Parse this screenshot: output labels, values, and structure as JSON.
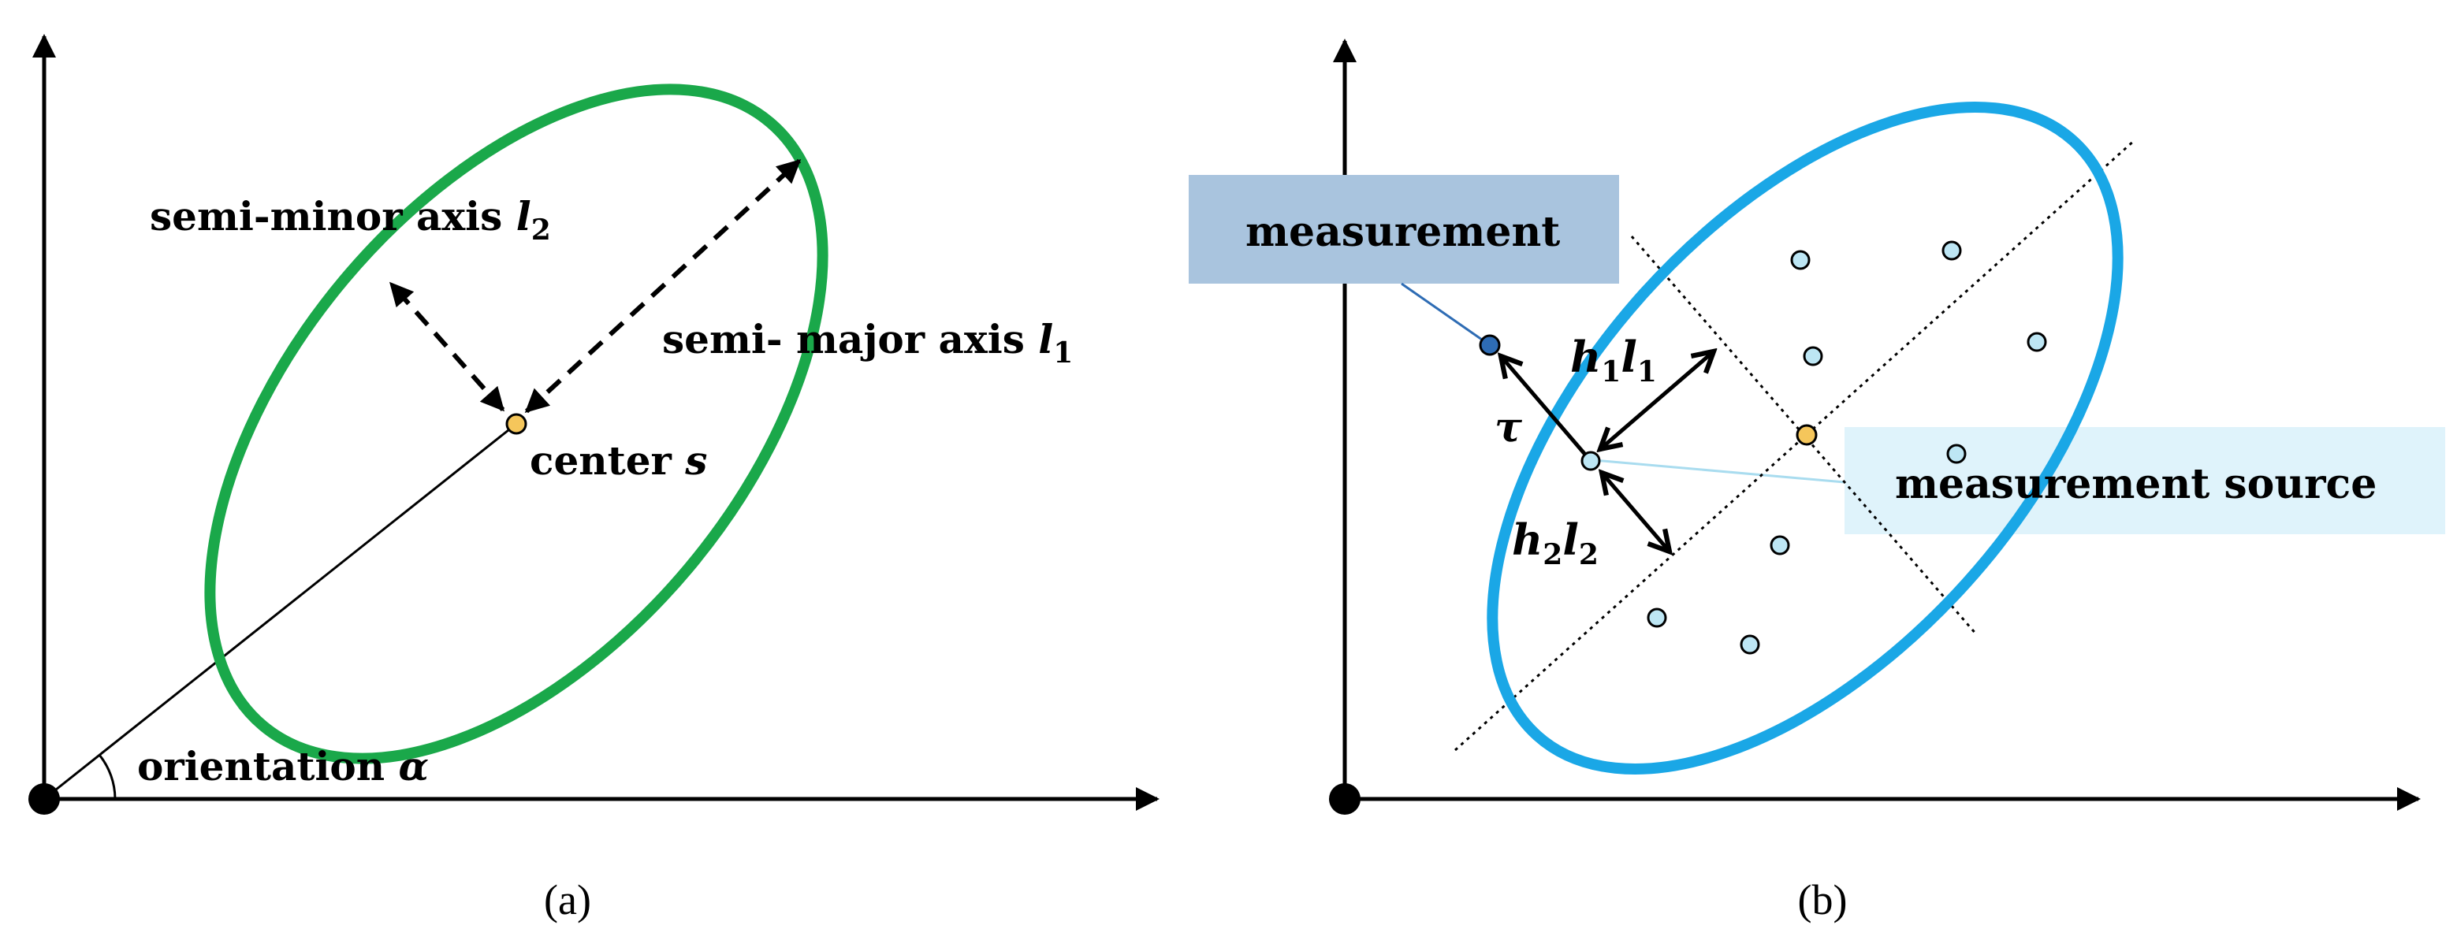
{
  "panel_a": {
    "label_minor": "semi-minor axis ",
    "label_minor_sym": "l",
    "label_minor_sub": "2",
    "label_major": "semi- major axis ",
    "label_major_sym": "l",
    "label_major_sub": "1",
    "label_center": "center ",
    "label_center_sym": "s",
    "label_orientation": "orientation ",
    "label_orientation_sym": "α",
    "caption": "(a)",
    "colors": {
      "ellipse": "#1aa84a",
      "center": "#f5c65b"
    }
  },
  "panel_b": {
    "label_measurement": "measurement",
    "label_source": "measurement source",
    "label_tau": "τ",
    "label_h1": "h",
    "label_h1_sub": "1",
    "label_l1": "l",
    "label_l1_sub": "1",
    "label_h2": "h",
    "label_h2_sub": "2",
    "label_l2": "l",
    "label_l2_sub": "2",
    "caption": "(b)",
    "colors": {
      "ellipse": "#1aa7e6",
      "measurement_box": "#a9c4de",
      "source_box": "#dff3fb",
      "point_fill": "#bde6f4",
      "measurement_point": "#2e6cb4",
      "center": "#f5c65b"
    }
  }
}
